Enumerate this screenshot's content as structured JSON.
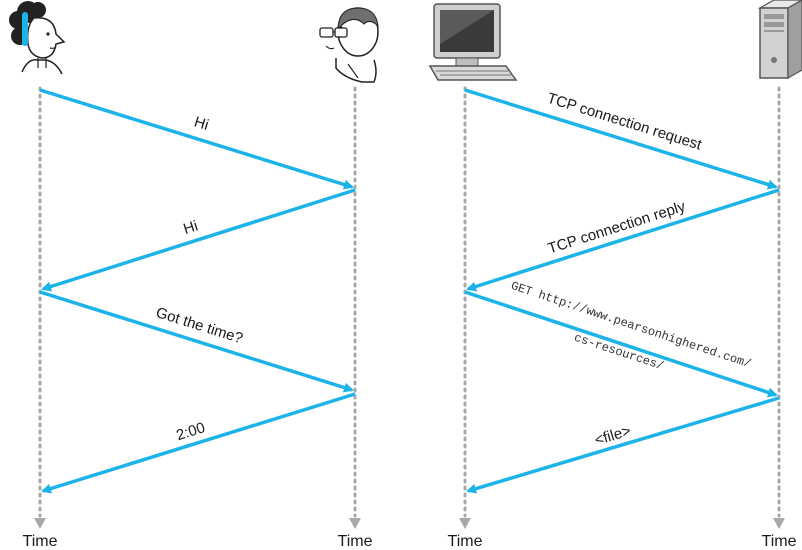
{
  "colors": {
    "arrow": "#1cb4e8",
    "timeline": "#a8a8a8",
    "text": "#1a1a1a"
  },
  "left": {
    "actors": [
      {
        "icon": "woman-icon"
      },
      {
        "icon": "man-with-glasses-icon"
      }
    ],
    "messages": [
      "Hi",
      "Hi",
      "Got the time?",
      "2:00"
    ],
    "time_labels": [
      "Time",
      "Time"
    ]
  },
  "right": {
    "actors": [
      {
        "icon": "desktop-computer-icon"
      },
      {
        "icon": "server-tower-icon"
      }
    ],
    "messages": [
      "TCP connection request",
      "TCP connection reply",
      "GET http://www.pearsonhighered.com/",
      "cs-resources/",
      "<file>"
    ],
    "time_labels": [
      "Time",
      "Time"
    ]
  }
}
